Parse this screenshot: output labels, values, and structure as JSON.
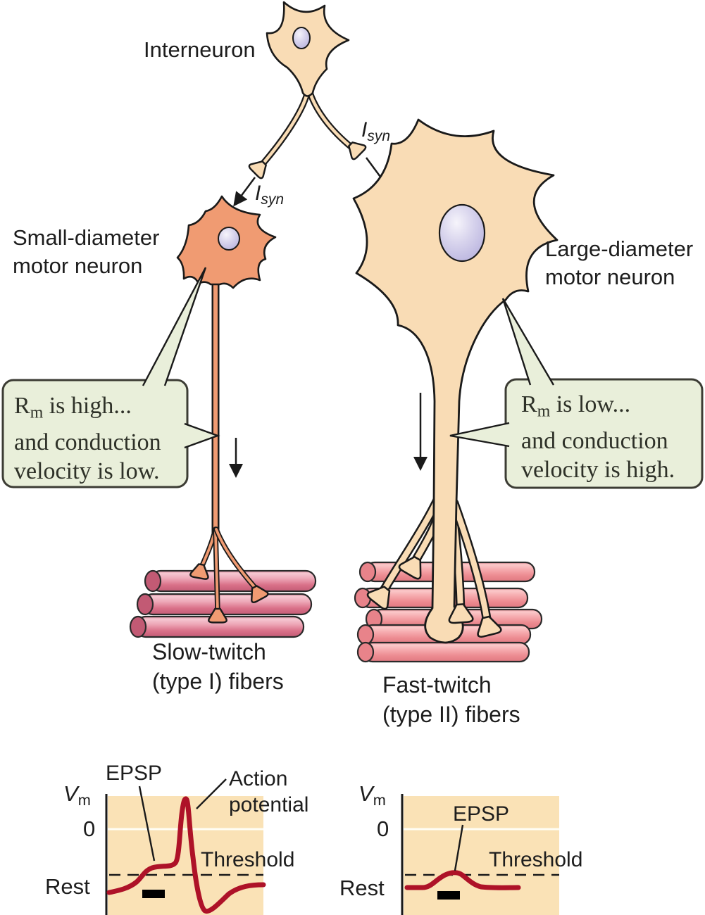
{
  "figure": {
    "interneuron_label": "Interneuron",
    "isyn": {
      "main": "I",
      "sub": "syn"
    },
    "small_neuron_label": {
      "line1": "Small-diameter",
      "line2": "motor neuron"
    },
    "large_neuron_label": {
      "line1": "Large-diameter",
      "line2": "motor neuron"
    },
    "left_callout": {
      "r": "R",
      "r_sub": "m",
      "line1_rest": " is high...",
      "line2": "and conduction",
      "line3": "velocity is low."
    },
    "right_callout": {
      "r": "R",
      "r_sub": "m",
      "line1_rest": " is low...",
      "line2": "and conduction",
      "line3": "velocity is high."
    },
    "slow_fibers_label": {
      "line1": "Slow-twitch",
      "line2": "(type I) fibers"
    },
    "fast_fibers_label": {
      "line1": "Fast-twitch",
      "line2": "(type II) fibers"
    }
  },
  "graphs": {
    "left": {
      "y_axis": {
        "main": "V",
        "sub": "m"
      },
      "zero": "0",
      "rest": "Rest",
      "epsp": "EPSP",
      "action": {
        "line1": "Action",
        "line2": "potential"
      },
      "threshold": "Threshold",
      "trace": "rest - EPSP - suprathreshold action potential spike - undershoot - return to rest"
    },
    "right": {
      "y_axis": {
        "main": "V",
        "sub": "m"
      },
      "zero": "0",
      "rest": "Rest",
      "epsp": "EPSP",
      "threshold": "Threshold",
      "trace": "rest - small EPSP reaching threshold only - return to rest, no spike"
    }
  },
  "colors": {
    "cell_tan": "#f9dcb5",
    "cell_orange": "#f09b72",
    "nucleus_purple": "#cdc8e7",
    "callout_green": "#e9efda",
    "callout_border": "#3c3c34",
    "fiber_pink_dark": "#d97088",
    "fiber_pink_light": "#f4a3a8",
    "plot_background": "#fae2b6",
    "trace_red": "#ae1228",
    "line_black": "#1a1a1a"
  }
}
